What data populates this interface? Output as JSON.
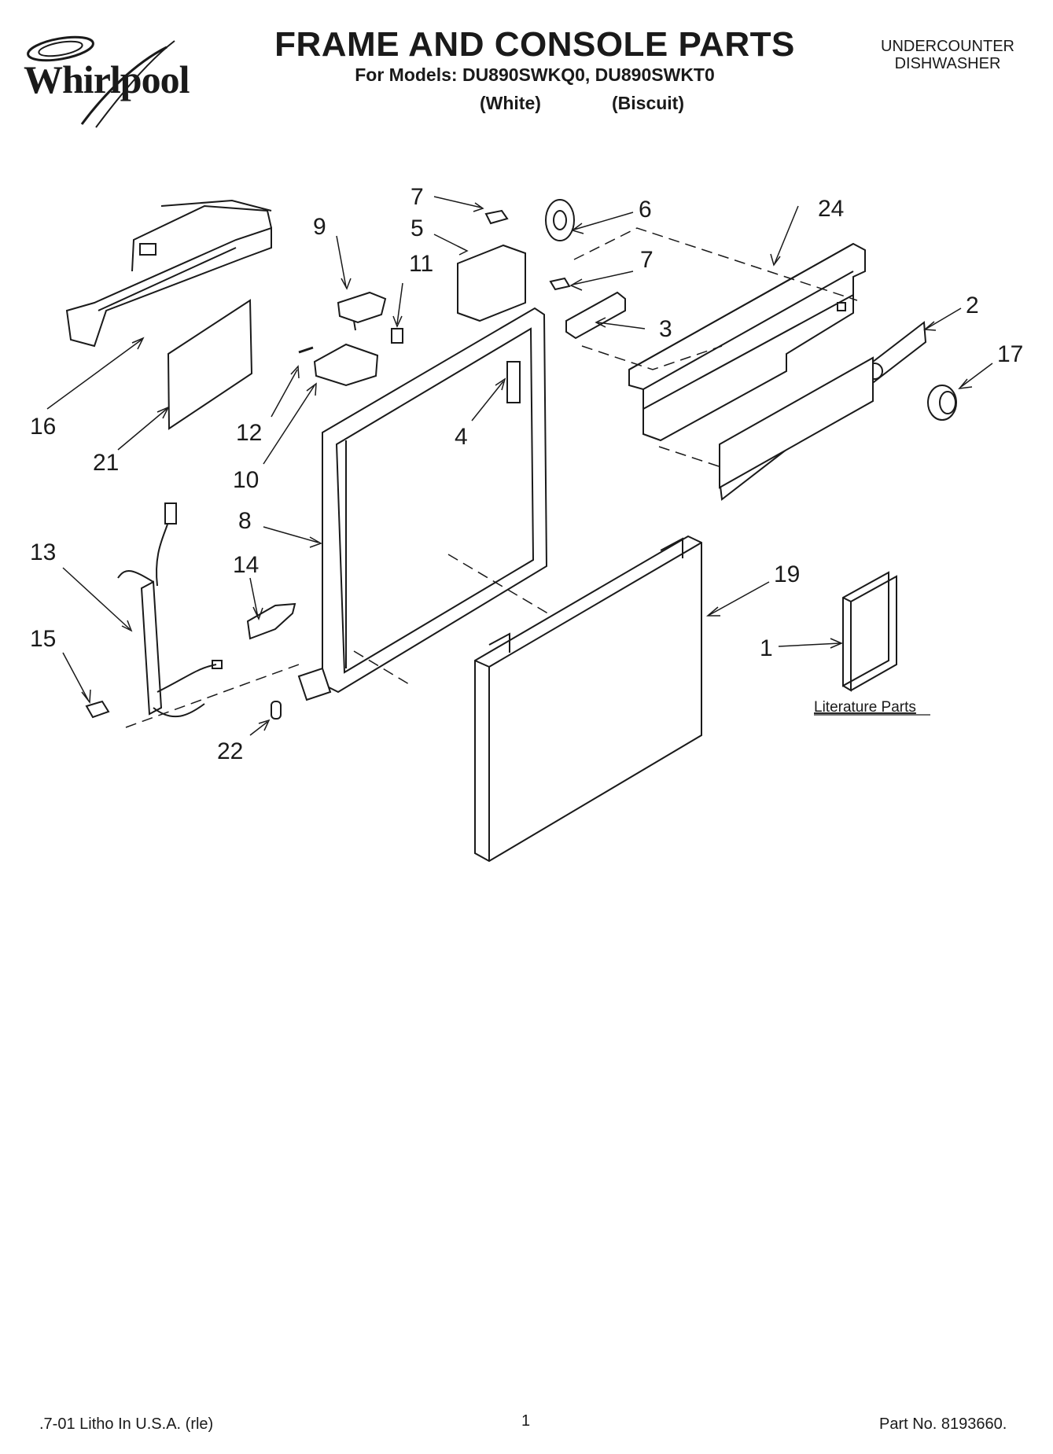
{
  "brand": "Whirlpool",
  "header": {
    "title": "FRAME AND CONSOLE PARTS",
    "models": "For Models: DU890SWKQ0, DU890SWKT0",
    "color_1": "(White)",
    "color_2": "(Biscuit)",
    "appliance_line1": "UNDERCOUNTER",
    "appliance_line2": "DISHWASHER"
  },
  "callouts": {
    "c1": "1",
    "c2": "2",
    "c3": "3",
    "c4": "4",
    "c5": "5",
    "c6": "6",
    "c7a": "7",
    "c7b": "7",
    "c8": "8",
    "c9": "9",
    "c10": "10",
    "c11": "11",
    "c12": "12",
    "c13": "13",
    "c14": "14",
    "c15": "15",
    "c16": "16",
    "c17": "17",
    "c19": "19",
    "c21": "21",
    "c22": "22",
    "c24": "24"
  },
  "literature_label": "Literature Parts",
  "footer": {
    "left": ".7-01 Litho In U.S.A. (rle)",
    "page": "1",
    "right": "Part No. 8193660."
  }
}
